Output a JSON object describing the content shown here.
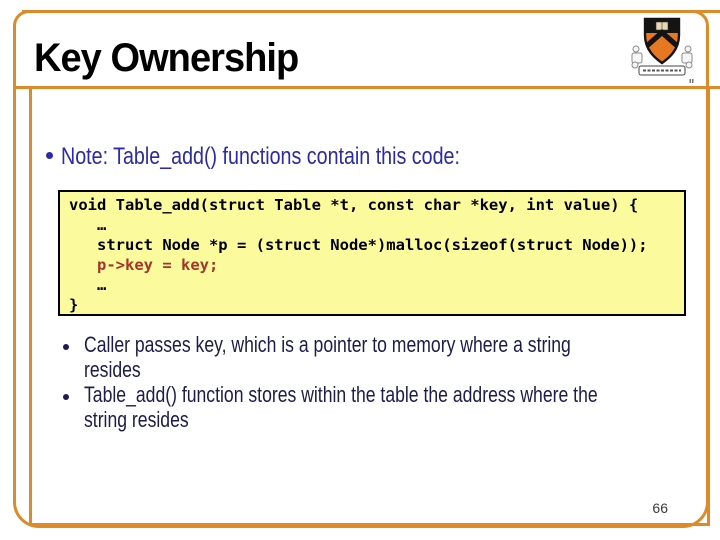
{
  "slide": {
    "title": "Key Ownership",
    "page_number": "66"
  },
  "note": {
    "bullet_label": "Note: Table_add() functions contain this code:"
  },
  "code_block": {
    "highlight_index": 3,
    "lines": [
      "void Table_add(struct Table *t, const char *key, int value) {",
      "   …",
      "   struct Node *p = (struct Node*)malloc(sizeof(struct Node));",
      "   p->key = key;",
      "   …",
      "}"
    ]
  },
  "bullets": [
    {
      "lines": [
        "Caller passes key, which is a pointer to memory where a string",
        "resides"
      ]
    },
    {
      "lines": [
        "Table_add() function stores within the table the address where the",
        "string resides"
      ]
    }
  ],
  "colors": {
    "frame_orange": "#DF8A28",
    "title_color": "#000000",
    "note_blue": "#2B2BA8",
    "body_navy": "#1C1C4E",
    "code_bg": "#FBFB9E",
    "code_border": "#000000",
    "code_text": "#000000",
    "code_highlight": "#A63428",
    "page_number_color": "#3A3A3A",
    "shield_orange": "#E87722",
    "shield_black": "#141414"
  }
}
